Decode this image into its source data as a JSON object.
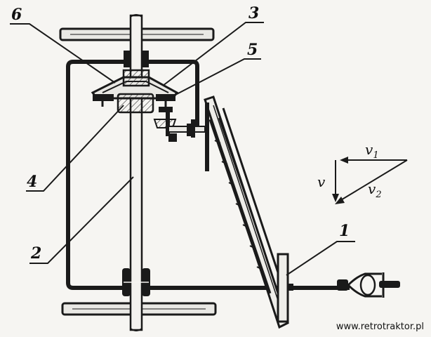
{
  "labels": {
    "l1": "1",
    "l2": "2",
    "l3": "3",
    "l4": "4",
    "l5": "5",
    "l6": "6"
  },
  "velocity": {
    "v": "v",
    "v1_base": "v",
    "v1_sub": "1",
    "v2_base": "v",
    "v2_sub": "2"
  },
  "watermark": "www.retrotraktor.pl"
}
